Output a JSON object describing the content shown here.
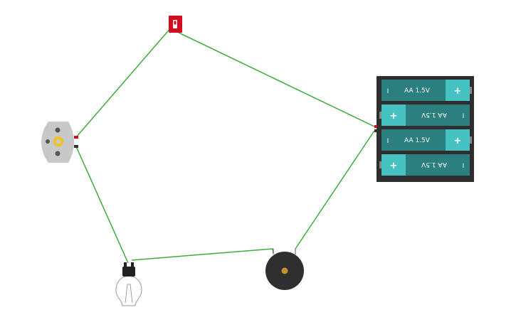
{
  "colors": {
    "wire": "#3cab3c",
    "battery_body": "#2b7f7f",
    "battery_cap": "#47c2c2",
    "battery_holder": "#2e2e2e",
    "switch": "#d40a1e",
    "buzzer": "#2f2f2f",
    "buzzer_center": "#c6912b",
    "motor_body": "#c8c8c8",
    "motor_shaft": "#f0c419"
  },
  "components": {
    "battery_pack": {
      "icon": "battery-pack-icon",
      "cells": [
        {
          "label": "AA 1.5V",
          "plus": "+",
          "minus": "I",
          "flipped": false
        },
        {
          "label": "AA 1.5V",
          "plus": "+",
          "minus": "I",
          "flipped": true
        },
        {
          "label": "AA 1.5V",
          "plus": "+",
          "minus": "I",
          "flipped": false
        },
        {
          "label": "AA 1.5V",
          "plus": "+",
          "minus": "I",
          "flipped": true
        }
      ]
    },
    "switch": {
      "icon": "slide-switch-icon"
    },
    "motor": {
      "icon": "dc-motor-icon"
    },
    "bulb": {
      "icon": "light-bulb-icon"
    },
    "buzzer": {
      "icon": "buzzer-icon"
    }
  }
}
